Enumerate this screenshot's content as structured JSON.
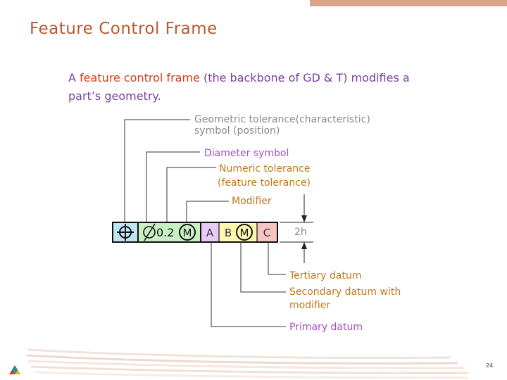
{
  "slide": {
    "title": "Feature Control Frame",
    "page_number": "24"
  },
  "intro": {
    "line1_prefix": "A ",
    "line1_highlight": "feature control frame",
    "line1_suffix": " (the backbone of GD & T) modifies a",
    "line2": "part’s geometry."
  },
  "callouts": {
    "symbol_line1": "Geometric tolerance(characteristic)",
    "symbol_line2": "symbol (position)",
    "diameter": "Diameter symbol",
    "numeric_line1": "Numeric tolerance",
    "numeric_line2": "(feature tolerance)",
    "modifier": "Modifier",
    "height": "2h",
    "tertiary": "Tertiary datum",
    "secondary_line1": "Secondary datum with",
    "secondary_line2": "modifier",
    "primary": "Primary datum"
  },
  "frame": {
    "tolerance_value": "0.2",
    "modifier_letter": "M",
    "datum_primary": "A",
    "datum_secondary": "B",
    "datum_secondary_modifier": "M",
    "datum_tertiary": "C"
  },
  "icons": {
    "position_symbol": "position-icon",
    "diameter_symbol": "diameter-icon",
    "logo": "logo-icon"
  },
  "colors": {
    "title": "#b85a2e",
    "intro_text": "#7d3da0",
    "intro_highlight": "#d83a18",
    "callout_gray": "#8a8a8a",
    "callout_orange": "#c0781c",
    "callout_purple": "#a24fc4",
    "cell_symbol": "#bfe6f5",
    "cell_tolerance": "#c9efc4",
    "cell_datum_a": "#e9c9f5",
    "cell_datum_b": "#fff6b0",
    "cell_datum_c": "#f7c4c4"
  }
}
